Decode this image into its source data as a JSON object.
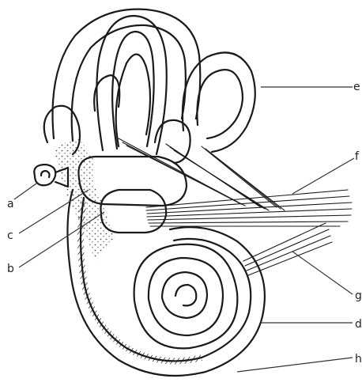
{
  "labels": {
    "a": "a",
    "b": "b",
    "c": "c",
    "d": "d",
    "e": "e",
    "f": "f",
    "g": "g",
    "h": "h"
  },
  "colors": {
    "ink": "#1a1a1a",
    "stipple": "#555555",
    "background": "#ffffff"
  }
}
